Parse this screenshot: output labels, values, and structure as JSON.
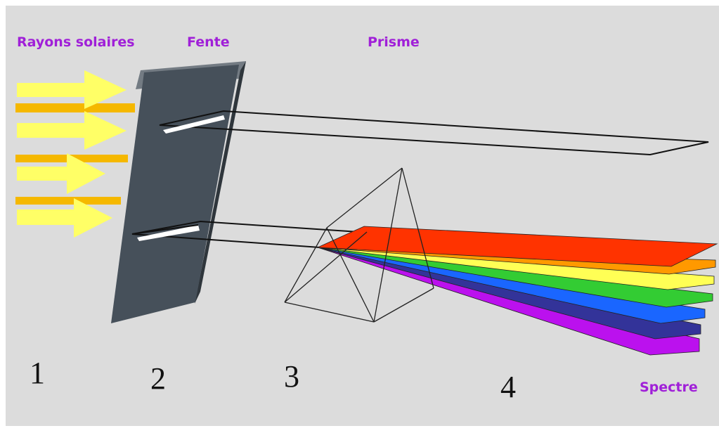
{
  "labels": {
    "sun_rays": "Rayons solaires",
    "slit": "Fente",
    "prism": "Prisme",
    "spectrum": "Spectre"
  },
  "steps": [
    "1",
    "2",
    "3",
    "4"
  ],
  "colors": {
    "label": "#a020d8",
    "background": "#dcdcdc",
    "slit_block": "#46505a",
    "ray_yellow": "#ffff66",
    "ray_orange": "#f5b800",
    "spectrum": [
      "#ff3300",
      "#ff9900",
      "#ffff55",
      "#33cc33",
      "#1a66ff",
      "#333399",
      "#bb11ee"
    ]
  }
}
